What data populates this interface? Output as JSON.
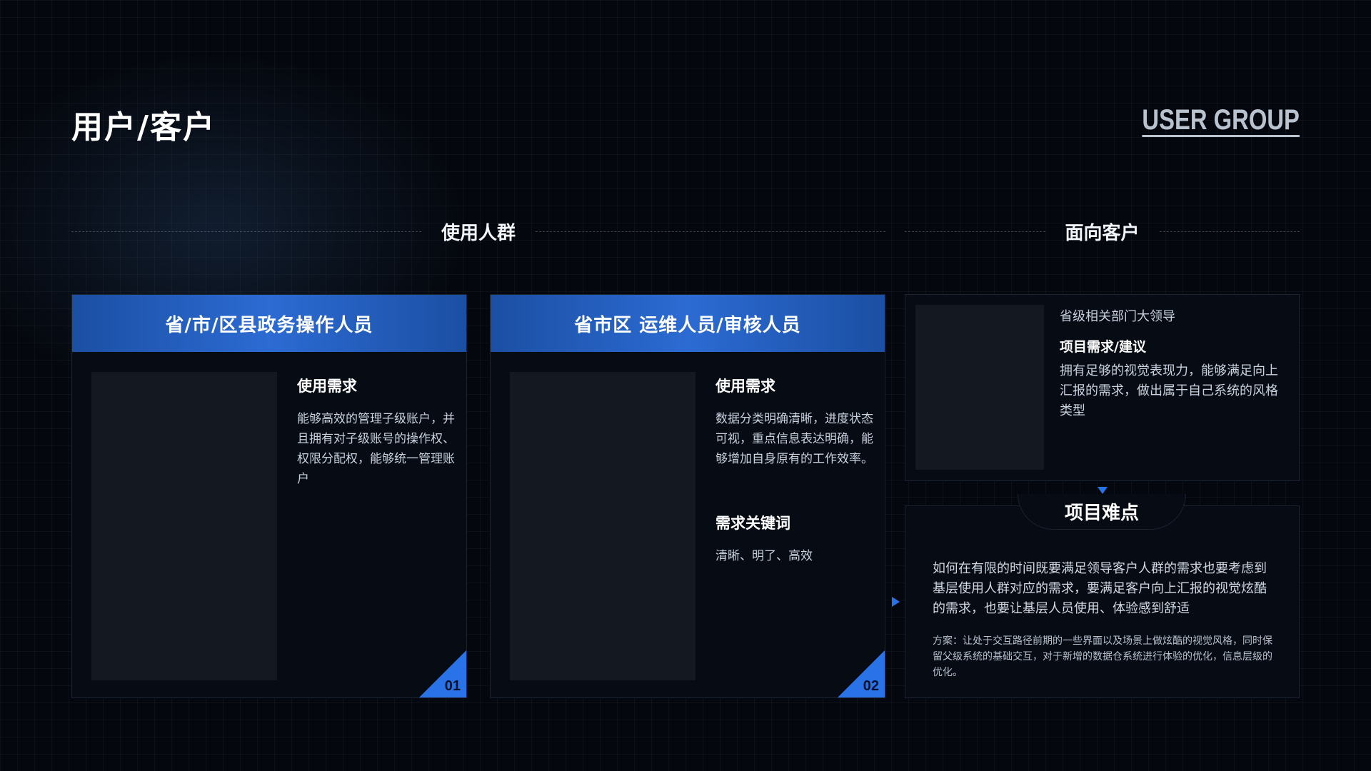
{
  "page": {
    "title": "用户/客户",
    "title_en": "USER GROUP"
  },
  "sections": {
    "users_label": "使用人群",
    "clients_label": "面向客户"
  },
  "cards": [
    {
      "header": "省/市/区县政务操作人员",
      "needs_title": "使用需求",
      "needs_text": "能够高效的管理子级账户，并且拥有对子级账号的操作权、权限分配权，能够统一管理账户",
      "number": "01"
    },
    {
      "header": "省市区 运维人员/审核人员",
      "needs_title": "使用需求",
      "needs_text": "数据分类明确清晰，进度状态可视，重点信息表达明确，能够增加自身原有的工作效率。",
      "keywords_title": "需求关键词",
      "keywords_text": "清晰、明了、高效",
      "number": "02"
    }
  ],
  "client_card": {
    "role": "省级相关部门大领导",
    "req_title": "项目需求/建议",
    "req_text": "拥有足够的视觉表现力，能够满足向上汇报的需求，做出属于自己系统的风格类型"
  },
  "difficulty": {
    "title": "项目难点",
    "text": "如何在有限的时间既要满足领导客户人群的需求也要考虑到基层使用人群对应的需求，要满足客户向上汇报的视觉炫酷的需求，也要让基层人员使用、体验感到舒适",
    "note": "方案：让处于交互路径前期的一些界面以及场景上做炫酷的视觉风格，同时保留父级系统的基础交互，对于新增的数据仓系统进行体验的优化，信息层级的优化。"
  },
  "colors": {
    "accent": "#2a72e8",
    "header_blue": "#1b4fa3",
    "background": "#04070d"
  }
}
